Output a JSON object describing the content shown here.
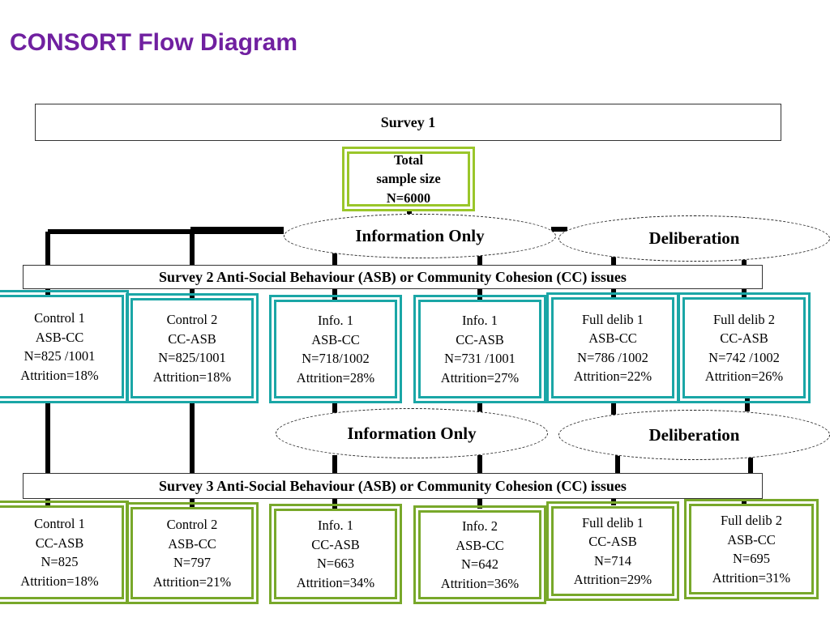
{
  "title": "CONSORT Flow Diagram",
  "survey1": "Survey 1",
  "total": {
    "line1": "Total",
    "line2": "sample size",
    "line3": "N=6000"
  },
  "survey2_label": "Survey 2 Anti-Social Behaviour (ASB) or Community Cohesion (CC) issues",
  "survey3_label": "Survey 3 Anti-Social Behaviour (ASB) or Community Cohesion (CC) issues",
  "ovals_top": [
    "Information Only",
    "Deliberation"
  ],
  "ovals_mid": [
    "Information Only",
    "Deliberation"
  ],
  "survey2_groups": [
    {
      "name": "Control 1",
      "cond": "ASB-CC",
      "n": "N=825 /1001",
      "attr": "Attrition=18%"
    },
    {
      "name": "Control 2",
      "cond": "CC-ASB",
      "n": "N=825/1001",
      "attr": "Attrition=18%"
    },
    {
      "name": "Info.  1",
      "cond": "ASB-CC",
      "n": "N=718/1002",
      "attr": "Attrition=28%"
    },
    {
      "name": "Info.  1",
      "cond": "CC-ASB",
      "n": "N=731 /1001",
      "attr": "Attrition=27%"
    },
    {
      "name": "Full delib 1",
      "cond": "ASB-CC",
      "n": "N=786 /1002",
      "attr": "Attrition=22%"
    },
    {
      "name": "Full delib 2",
      "cond": "CC-ASB",
      "n": "N=742 /1002",
      "attr": "Attrition=26%"
    }
  ],
  "survey3_groups": [
    {
      "name": "Control 1",
      "cond": "CC-ASB",
      "n": "N=825",
      "attr": "Attrition=18%"
    },
    {
      "name": "Control 2",
      "cond": "ASB-CC",
      "n": "N=797",
      "attr": "Attrition=21%"
    },
    {
      "name": "Info.  1",
      "cond": "CC-ASB",
      "n": "N=663",
      "attr": "Attrition=34%"
    },
    {
      "name": "Info.  2",
      "cond": "ASB-CC",
      "n": "N=642",
      "attr": "Attrition=36%"
    },
    {
      "name": "Full delib 1",
      "cond": "CC-ASB",
      "n": "N=714",
      "attr": "Attrition=29%"
    },
    {
      "name": "Full delib 2",
      "cond": "ASB-CC",
      "n": "N=695",
      "attr": "Attrition=31%"
    }
  ],
  "colors": {
    "title": "#7020a0",
    "teal": "#1aa6a6",
    "green": "#78a82a",
    "lime": "#9ac62a"
  }
}
